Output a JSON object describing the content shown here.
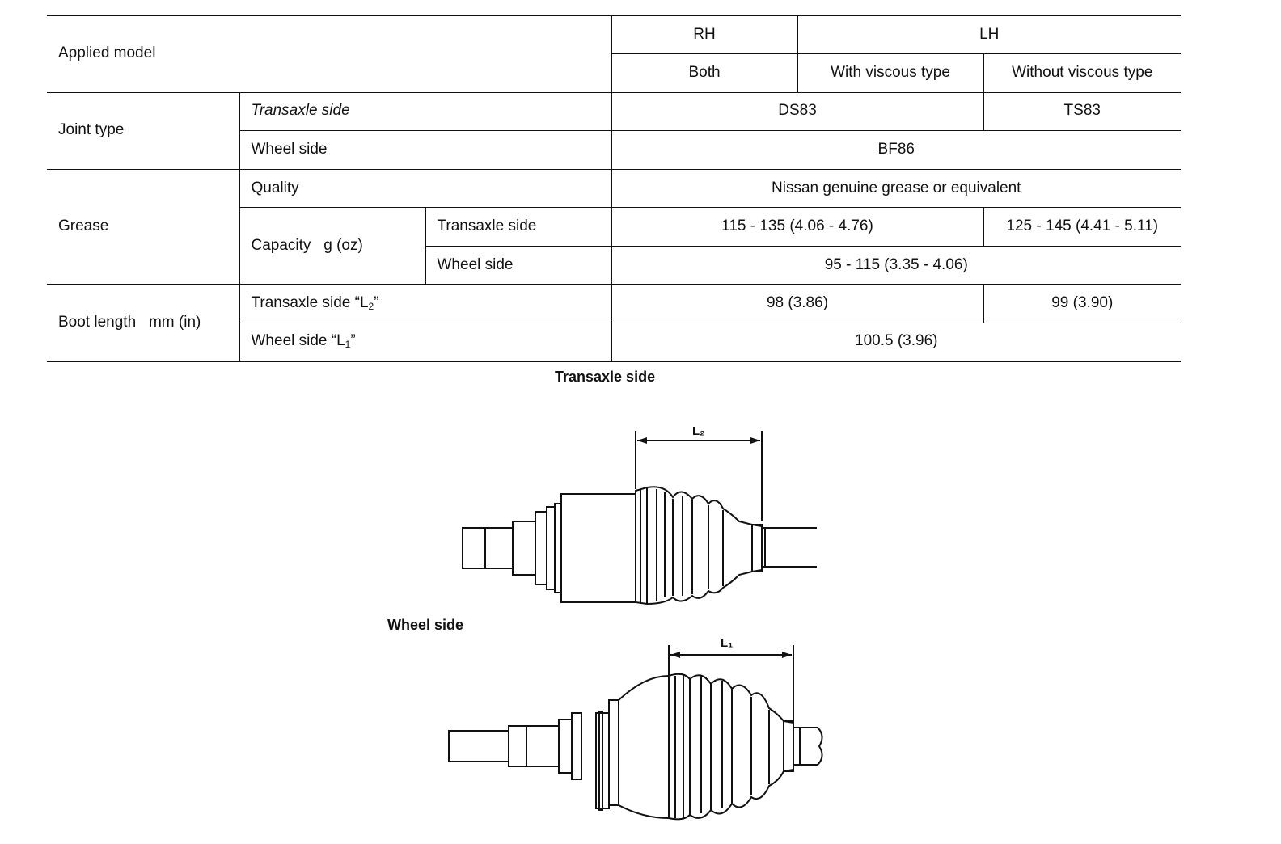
{
  "table": {
    "applied_model_label": "Applied model",
    "rh_label": "RH",
    "lh_label": "LH",
    "both_label": "Both",
    "with_viscous_label": "With viscous type",
    "without_viscous_label": "Without viscous type",
    "joint_type": {
      "label": "Joint type",
      "transaxle_side_label": "Transaxle side",
      "transaxle_side_value_both_with": "DS83",
      "transaxle_side_value_without": "TS83",
      "wheel_side_label": "Wheel side",
      "wheel_side_value": "BF86"
    },
    "grease": {
      "label": "Grease",
      "quality_label": "Quality",
      "quality_value": "Nissan genuine grease or equivalent",
      "capacity_label": "Capacity   g (oz)",
      "capacity_transaxle_label": "Transaxle side",
      "capacity_transaxle_value_both_with": "115 - 135 (4.06 - 4.76)",
      "capacity_transaxle_value_without": "125 - 145 (4.41 - 5.11)",
      "capacity_wheel_label": "Wheel side",
      "capacity_wheel_value": "95 - 115 (3.35 - 4.06)"
    },
    "boot_length": {
      "label": "Boot length   mm (in)",
      "transaxle_label_prefix": "Transaxle side “L",
      "transaxle_label_sub": "2",
      "transaxle_label_suffix": "”",
      "transaxle_value_both_with": "98 (3.86)",
      "transaxle_value_without": "99 (3.90)",
      "wheel_label_prefix": "Wheel side “L",
      "wheel_label_sub": "1",
      "wheel_label_suffix": "”",
      "wheel_value": "100.5 (3.96)"
    }
  },
  "figures": {
    "transaxle_caption": "Transaxle side",
    "transaxle_dim_label": "L₂",
    "wheel_caption": "Wheel side",
    "wheel_dim_label": "L₁"
  }
}
